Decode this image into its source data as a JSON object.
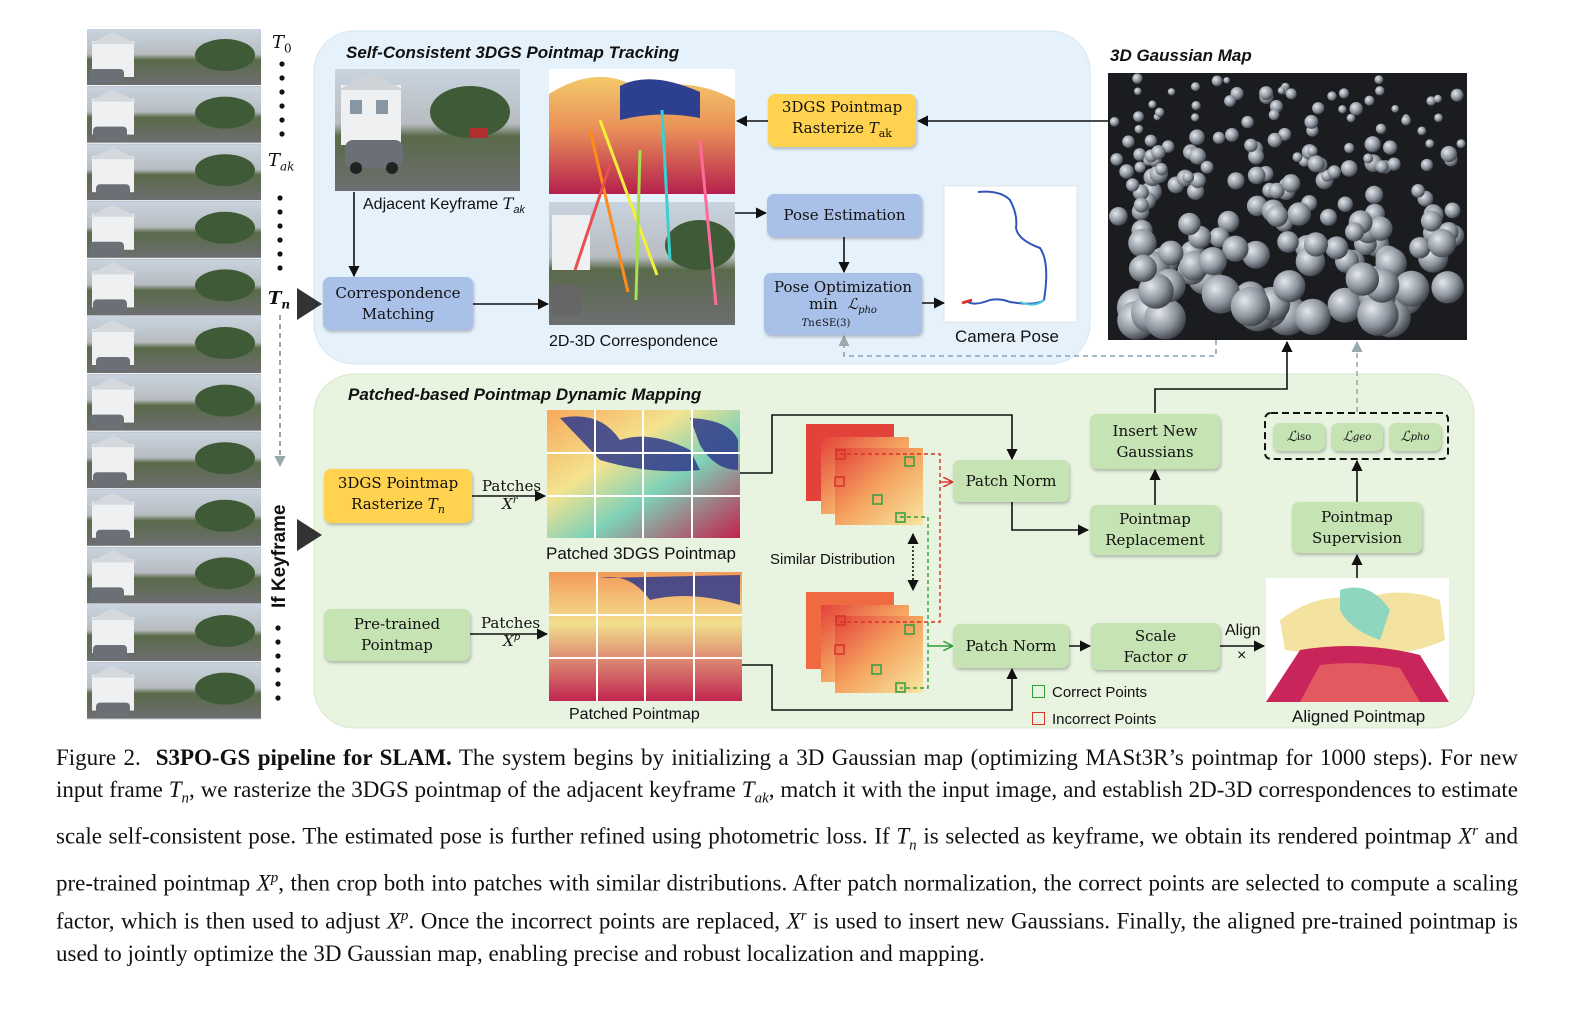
{
  "frames": {
    "t0": "T",
    "t0_sub": "0",
    "tak": "T",
    "tak_sub": "ak",
    "tn": "T",
    "tn_sub": "n",
    "if_keyframe": "If Keyframe"
  },
  "tracking": {
    "title": "Self-Consistent 3DGS Pointmap Tracking",
    "adjacent_keyframe": "Adjacent Keyframe",
    "adjacent_keyframe_math": "T",
    "adjacent_keyframe_sub": "ak",
    "correspondence_matching": [
      "Correspondence",
      "Matching"
    ],
    "rasterize_ak": [
      "3DGS Pointmap",
      "Rasterize"
    ],
    "rasterize_ak_math": "T",
    "rasterize_ak_sub": "ak",
    "correspondence_2d3d": "2D-3D Correspondence",
    "pose_estimation": "Pose Estimation",
    "pose_optimization": "Pose Optimization",
    "pose_opt_min": "min",
    "pose_opt_under": "T",
    "pose_opt_under_rest": "n∈SE(3)",
    "pose_opt_loss": "ℒ",
    "pose_opt_loss_sub": "pho",
    "camera_pose": "Camera Pose"
  },
  "map": {
    "title": "3D Gaussian Map"
  },
  "mapping": {
    "title": "Patched-based Pointmap Dynamic Mapping",
    "rasterize_n": [
      "3DGS Pointmap",
      "Rasterize"
    ],
    "rasterize_n_math": "T",
    "rasterize_n_sub": "n",
    "patches_r": "Patches",
    "xr": "X",
    "xr_sup": "r",
    "patched_3dgs": "Patched 3DGS Pointmap",
    "pretrained": [
      "Pre-trained",
      "Pointmap"
    ],
    "patches_p": "Patches",
    "xp": "X",
    "xp_sup": "p",
    "patched_pointmap": "Patched Pointmap",
    "similar_distribution": "Similar Distribution",
    "patch_norm_top": "Patch Norm",
    "patch_norm_bottom": "Patch Norm",
    "insert_gaussians": [
      "Insert New",
      "Gaussians"
    ],
    "pointmap_replacement": [
      "Pointmap",
      "Replacement"
    ],
    "scale_factor": [
      "Scale",
      "Factor"
    ],
    "scale_factor_sym": "σ",
    "align": "Align",
    "align_times": "×",
    "losses": [
      {
        "sym": "ℒ",
        "sub": "iso"
      },
      {
        "sym": "ℒ",
        "sub": "geo"
      },
      {
        "sym": "ℒ",
        "sub": "pho"
      }
    ],
    "pointmap_supervision": [
      "Pointmap",
      "Supervision"
    ],
    "aligned_pointmap": "Aligned Pointmap",
    "correct_points": "Correct Points",
    "incorrect_points": "Incorrect Points"
  },
  "caption": {
    "fig": "Figure 2.",
    "title": "S3PO-GS pipeline for SLAM.",
    "s1": " The system begins by initializing a 3D Gaussian map (optimizing MASt3R’s pointmap for 1000 steps). For new input frame ",
    "tn1": "T",
    "tn1_sub": "n",
    "s2": ", we rasterize the 3DGS pointmap of the adjacent keyframe ",
    "tak": "T",
    "tak_sub": "ak",
    "s3": ", match it with the input image, and establish 2D-3D correspondences to estimate scale self-consistent pose. The estimated pose is further refined using photometric loss. If ",
    "tn2": "T",
    "tn2_sub": "n",
    "s4": " is selected as keyframe, we obtain its rendered pointmap ",
    "xr": "X",
    "xr_sup": "r",
    "s5": " and pre-trained pointmap ",
    "xp": "X",
    "xp_sup": "p",
    "s6": ", then crop both into patches with similar distributions. After patch normalization, the correct points are selected to compute a scaling factor, which is then used to adjust ",
    "xp2": "X",
    "xp2_sup": "p",
    "s7": ". Once the incorrect points are replaced, ",
    "xr2": "X",
    "xr2_sup": "r",
    "s8": " is used to insert new Gaussians. Finally, the aligned pre-trained pointmap is used to jointly optimize the 3D Gaussian map, enabling precise and robust localization and mapping."
  },
  "colors": {
    "tracking_panel": "#e6f2fb",
    "mapping_panel": "#e8f3e0",
    "blue_node": "#a9c1e9",
    "yellow_node": "#ffd24f",
    "green_node": "#c5e3b3",
    "correct": "#2e9e3e",
    "incorrect": "#d8312a"
  }
}
